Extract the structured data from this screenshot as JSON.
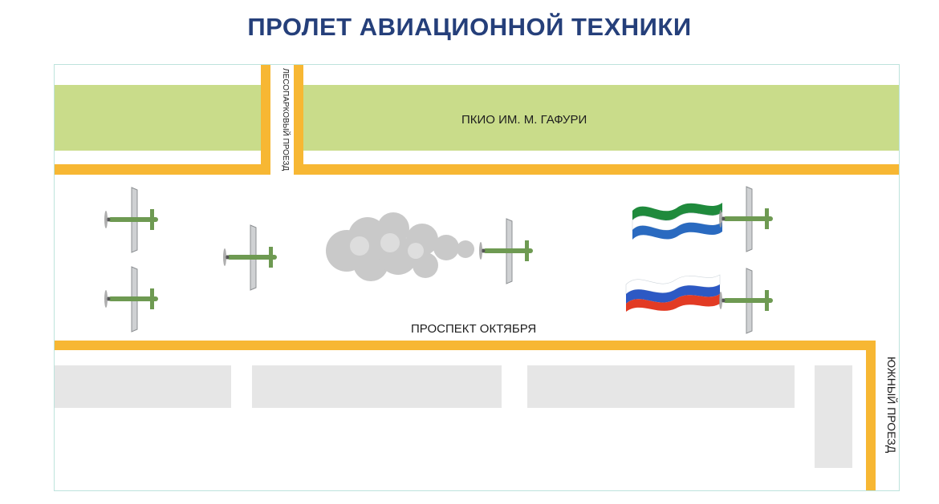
{
  "title": "ПРОЛЕТ АВИАЦИОННОЙ ТЕХНИКИ",
  "colors": {
    "title": "#253f7a",
    "park": "#c9dc8a",
    "road": "#f7b733",
    "building": "#e6e6e6",
    "frame": "#bde3dc",
    "plane_body": "#6e9a52",
    "plane_wing": "#cfd1d3",
    "smoke": "#c4c4c4"
  },
  "map": {
    "park_label": "ПКИО ИМ. М. ГАФУРИ",
    "avenue_label": "ПРОСПЕКТ ОКТЯБРЯ",
    "lesoparkovy_label": "ЛЕСОПАРКОВЫЙ ПРОЕЗД",
    "yuzhny_label": "ЮЖНЫЙ ПРОЕЗД"
  },
  "icons": {
    "aircraft": "airplane-icon",
    "bashkortostan_flag": "bashkortostan-flag-icon",
    "russia_flag": "russia-flag-icon",
    "smoke_trail": "smoke-cloud-icon"
  }
}
